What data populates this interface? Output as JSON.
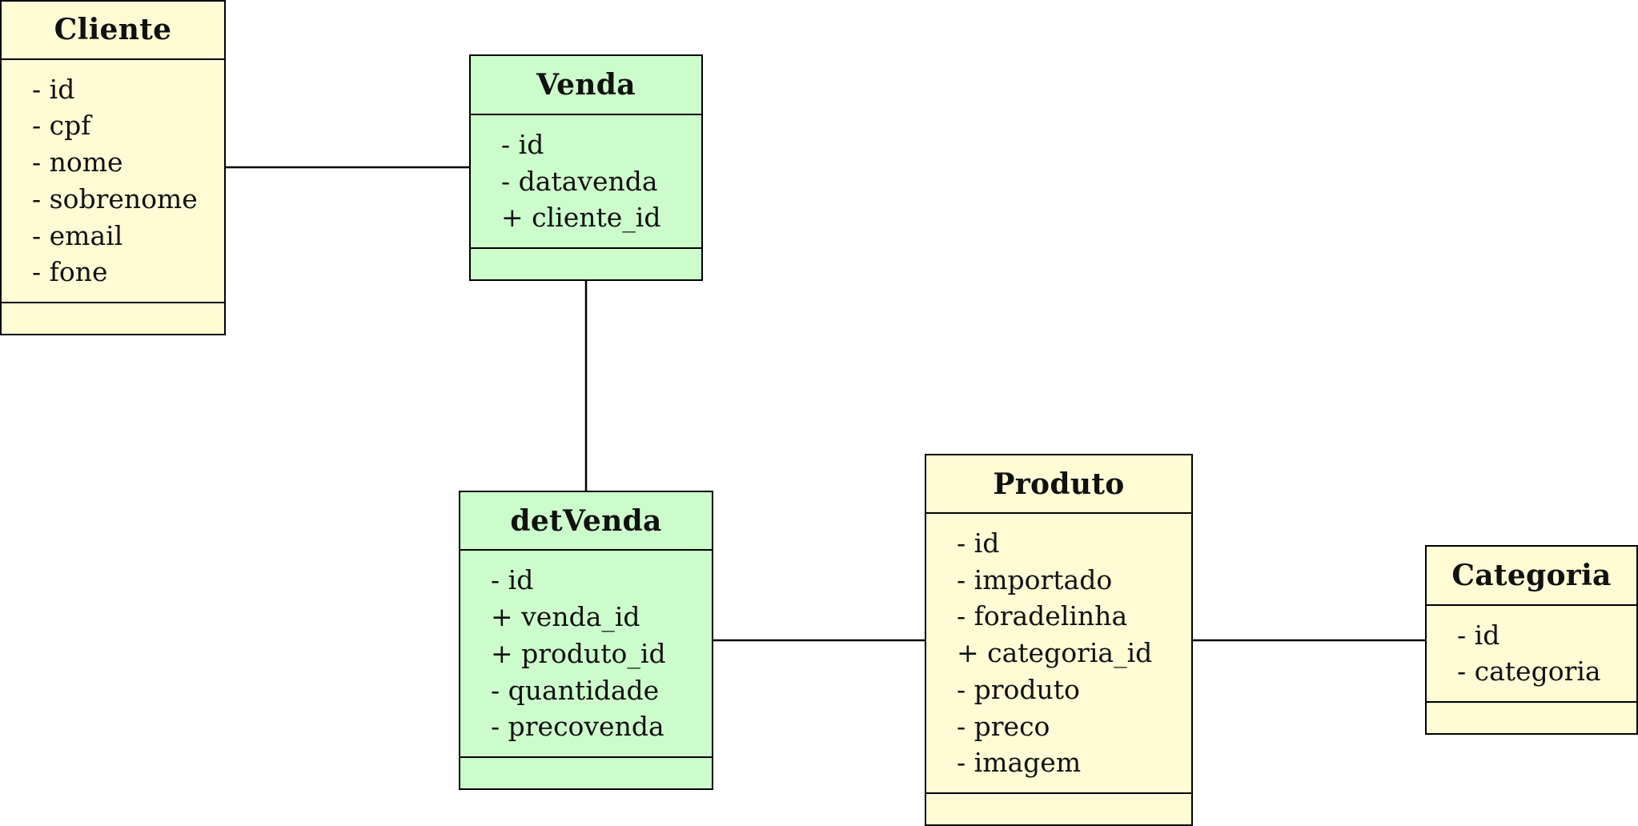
{
  "classes": [
    {
      "id": "cliente",
      "name": "Cliente",
      "attributes": [
        "- id",
        "- cpf",
        "- nome",
        "- sobrenome",
        "- email",
        "- fone"
      ],
      "methods": [],
      "fill": "#fffbd5"
    },
    {
      "id": "venda",
      "name": "Venda",
      "attributes": [
        "- id",
        "- datavenda",
        "+ cliente_id"
      ],
      "methods": [],
      "fill": "#ccfccb"
    },
    {
      "id": "detvenda",
      "name": "detVenda",
      "attributes": [
        "- id",
        "+ venda_id",
        "+ produto_id",
        "- quantidade",
        "- precovenda"
      ],
      "methods": [],
      "fill": "#ccfccb"
    },
    {
      "id": "produto",
      "name": "Produto",
      "attributes": [
        "- id",
        "- importado",
        "- foradelinha",
        "+ categoria_id",
        "- produto",
        "- preco",
        "- imagem"
      ],
      "methods": [],
      "fill": "#fffbd5"
    },
    {
      "id": "categoria",
      "name": "Categoria",
      "attributes": [
        "- id",
        "- categoria"
      ],
      "methods": [],
      "fill": "#fffbd5"
    }
  ],
  "associations": [
    {
      "from": "Cliente",
      "to": "Venda"
    },
    {
      "from": "Venda",
      "to": "detVenda"
    },
    {
      "from": "detVenda",
      "to": "Produto"
    },
    {
      "from": "Produto",
      "to": "Categoria"
    }
  ],
  "colors": {
    "entity_fill": "#fffbd5",
    "transaction_fill": "#ccfccb",
    "border": "#000000"
  }
}
